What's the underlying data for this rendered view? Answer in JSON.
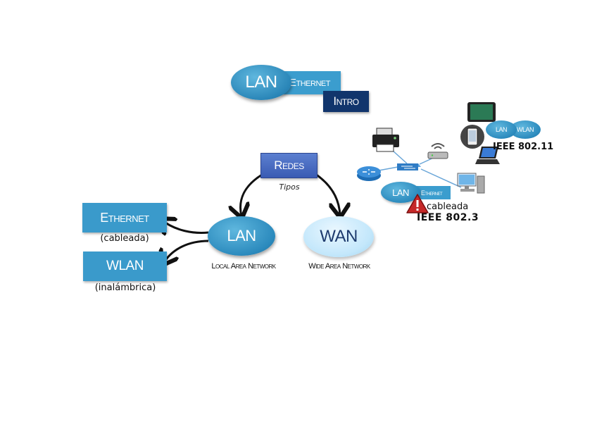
{
  "title": {
    "lan": "LAN",
    "ethernet": "Ethernet",
    "intro": "Intro"
  },
  "diagram": {
    "redes": "Redes",
    "tipos": "Tipos",
    "lan": {
      "label": "LAN",
      "caption": "Local Area Network"
    },
    "wan": {
      "label": "WAN",
      "caption": "Wide Area Network"
    },
    "ethernet": {
      "label": "Ethernet",
      "note": "(cableada)"
    },
    "wlan": {
      "label": "WLAN",
      "note": "(inalámbrica)"
    }
  },
  "illustration": {
    "mini_lan": "LAN",
    "mini_ethernet": "Ethernet",
    "cableada": "cableada",
    "ieee_8023": "IEEE 802.3",
    "mini_lan_wireless": "LAN",
    "mini_wlan": "WLAN",
    "ieee_80211": "IEEE 802.11"
  },
  "colors": {
    "box_blue": "#3a9acb",
    "dark_navy": "#11356c",
    "redes_blue": "#4a6cc3",
    "wan_light": "#c3e7fb",
    "warning_red": "#d32f2f"
  },
  "icons": [
    "printer-icon",
    "wifi-router-icon",
    "router-icon",
    "switch-icon",
    "desktop-pc-icon",
    "tablet-icon",
    "smartphone-icon",
    "laptop-icon",
    "warning-icon"
  ]
}
